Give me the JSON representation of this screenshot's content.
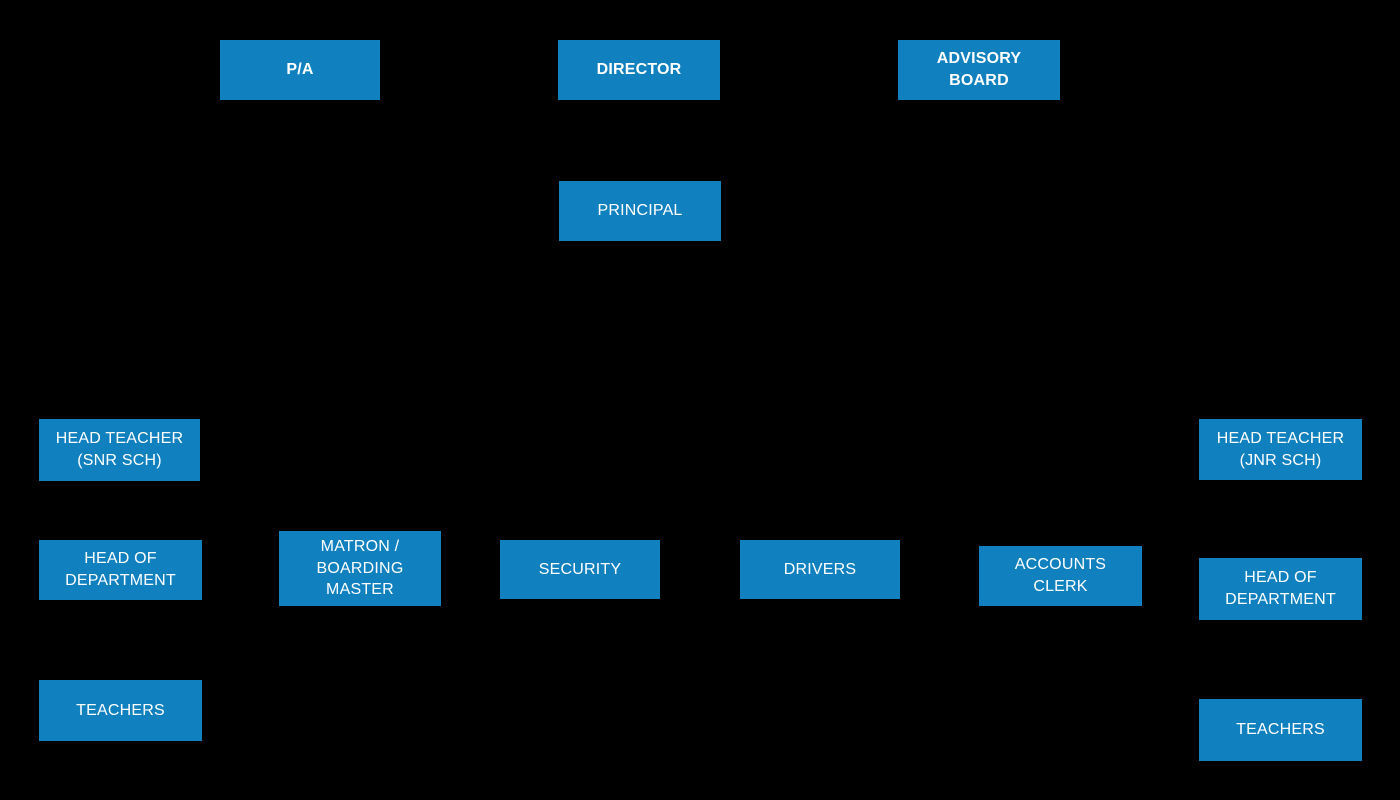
{
  "diagram": {
    "type": "org-chart",
    "background_color": "#000000",
    "box_fill_color": "#1180BE",
    "box_text_color": "#FFFFFF",
    "nodes": [
      {
        "id": "pa",
        "label": "P/A",
        "emphasis": "bold"
      },
      {
        "id": "director",
        "label": "DIRECTOR",
        "emphasis": "bold"
      },
      {
        "id": "advisory-board",
        "label": "ADVISORY\nBOARD",
        "emphasis": "bold"
      },
      {
        "id": "principal",
        "label": "PRINCIPAL",
        "emphasis": "regular"
      },
      {
        "id": "head-teacher-snr-sch",
        "label": "HEAD TEACHER\n(SNR SCH)",
        "emphasis": "regular"
      },
      {
        "id": "head-teacher-jnr-sch",
        "label": "HEAD TEACHER\n(JNR SCH)",
        "emphasis": "regular"
      },
      {
        "id": "head-of-department-snr",
        "label": "HEAD OF\nDEPARTMENT",
        "emphasis": "regular"
      },
      {
        "id": "matron-boarding-master",
        "label": "MATRON /\nBOARDING\nMASTER",
        "emphasis": "regular"
      },
      {
        "id": "security",
        "label": "SECURITY",
        "emphasis": "regular"
      },
      {
        "id": "drivers",
        "label": "DRIVERS",
        "emphasis": "regular"
      },
      {
        "id": "accounts-clerk",
        "label": "ACCOUNTS\nCLERK",
        "emphasis": "regular"
      },
      {
        "id": "head-of-department-jnr",
        "label": "HEAD OF\nDEPARTMENT",
        "emphasis": "regular"
      },
      {
        "id": "teachers-snr",
        "label": "TEACHERS",
        "emphasis": "regular"
      },
      {
        "id": "teachers-jnr",
        "label": "TEACHERS",
        "emphasis": "regular"
      }
    ]
  }
}
